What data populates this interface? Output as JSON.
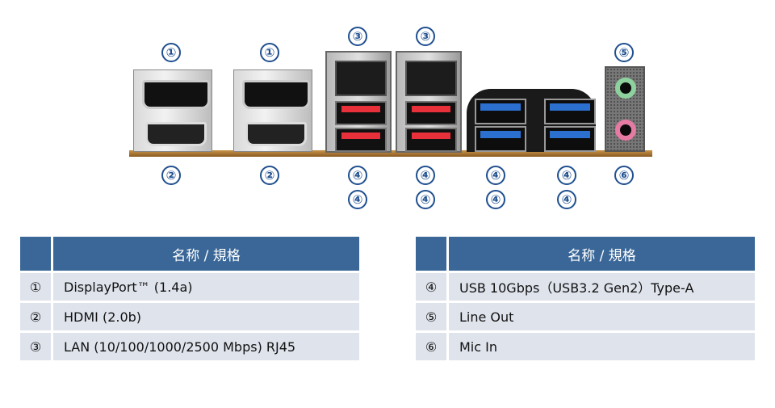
{
  "labels": {
    "dp1": "①",
    "dp2": "①",
    "hdmi1": "②",
    "hdmi2": "②",
    "lan1": "③",
    "lan2": "③",
    "usb_a": "④",
    "usb_b": "④",
    "usb_c": "④",
    "usb_d": "④",
    "usb_e": "④",
    "usb_f": "④",
    "usb_g": "④",
    "usb_h": "④",
    "line_out": "⑤",
    "mic_in": "⑥"
  },
  "colors": {
    "header_bg": "#3a6797",
    "row_bg": "#dfe3ec",
    "label_blue": "#1f4f8f",
    "usb2_red": "#e8303a",
    "usb3_blue": "#2b6fcf",
    "line_out_green": "#8fd19e",
    "mic_pink": "#e57aa3"
  },
  "tables": [
    {
      "header": "名称 / 規格",
      "rows": [
        {
          "num": "①",
          "name": "DisplayPort™ (1.4a)"
        },
        {
          "num": "②",
          "name": "HDMI (2.0b)"
        },
        {
          "num": "③",
          "name": "LAN (10/100/1000/2500 Mbps) RJ45"
        }
      ]
    },
    {
      "header": "名称 / 規格",
      "rows": [
        {
          "num": "④",
          "name": "USB 10Gbps（USB3.2 Gen2）Type-A"
        },
        {
          "num": "⑤",
          "name": "Line Out"
        },
        {
          "num": "⑥",
          "name": "Mic In"
        }
      ]
    }
  ]
}
